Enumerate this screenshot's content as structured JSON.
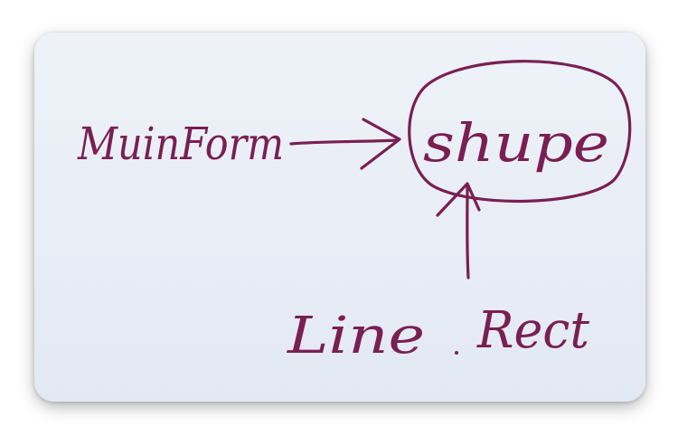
{
  "diagram": {
    "nodes": {
      "mainform": "MuinForm",
      "shape": "shupe",
      "line": "Line",
      "rect": "Rect"
    },
    "ink_color": "#7a1f52",
    "board_color": "#eaeef6"
  }
}
